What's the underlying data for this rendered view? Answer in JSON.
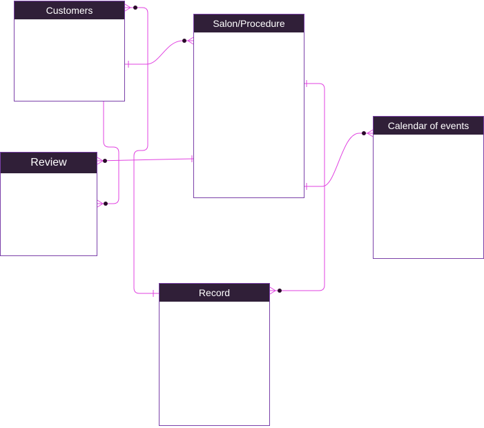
{
  "diagram": {
    "line_color": "#e040e0",
    "dot_color": "#2a0a2a",
    "entity_border_color": "#7a3fa8",
    "entity_header_color": "#301f38",
    "entities": [
      {
        "id": "customers",
        "title": "Customers"
      },
      {
        "id": "salon",
        "title": "Salon/Procedure"
      },
      {
        "id": "calendar",
        "title": "Calendar of events"
      },
      {
        "id": "review",
        "title": "Review"
      },
      {
        "id": "record",
        "title": "Record"
      }
    ],
    "relationships": [
      {
        "from": "customers",
        "from_end": "one",
        "to": "salon",
        "to_end": "zero-or-many"
      },
      {
        "from": "customers",
        "from_end": "one",
        "to": "review",
        "to_end": "zero-or-many"
      },
      {
        "from": "customers",
        "from_end": "zero-or-many",
        "to": "record",
        "to_end": "one"
      },
      {
        "from": "salon",
        "from_end": "one",
        "to": "review",
        "to_end": "zero-or-many"
      },
      {
        "from": "salon",
        "from_end": "one",
        "to": "calendar",
        "to_end": "zero-or-many"
      },
      {
        "from": "salon",
        "from_end": "one",
        "to": "record",
        "to_end": "zero-or-many"
      }
    ]
  }
}
